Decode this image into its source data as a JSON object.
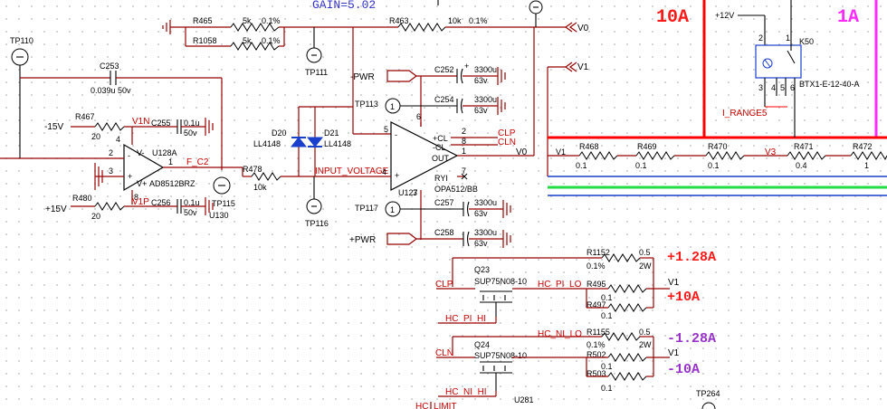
{
  "header": {
    "gain": "GAIN=5.02"
  },
  "current_ranges": {
    "r10a": "10A",
    "r1a": "1A"
  },
  "nets": {
    "v0": "V0",
    "v1": "V1",
    "v3": "V3",
    "pwr_neg": "-PWR",
    "pwr_pos": "+PWR",
    "clp": "CLP",
    "cln": "CLN",
    "f_c2": "F_C2",
    "input_voltage": "INPUT_VOLTAGE",
    "p12v": "+12V",
    "n15v": "-15V",
    "p15v": "+15V",
    "i_range5": "I_RANGE5",
    "v1n": "V1N",
    "v1p": "V1P",
    "hc_pi_lo": "HC_PI_LO",
    "hc_pi_hi": "HC_PI_HI",
    "hc_ni_lo": "HC_NI_LO",
    "hc_ni_hi": "HC_NI_HI",
    "hc_limit": "HC_LIMIT"
  },
  "labels": {
    "plus_128a": "+1.28A",
    "plus_10a": "+10A",
    "minus_128a": "-1.28A",
    "minus_10a": "-10A"
  },
  "resistors": {
    "r465": {
      "ref": "R465",
      "val": "5k",
      "tol": "0.1%"
    },
    "r1058": {
      "ref": "R1058",
      "val": "5k",
      "tol": "0.1%"
    },
    "r463": {
      "ref": "R463",
      "val": "10k",
      "tol": "0.1%"
    },
    "r467": {
      "ref": "R467",
      "val": "20"
    },
    "r480": {
      "ref": "R480",
      "val": "20"
    },
    "r478": {
      "ref": "R478",
      "val": "10k"
    },
    "r468": {
      "ref": "R468",
      "val": "0.1"
    },
    "r469": {
      "ref": "R469",
      "val": "0.1"
    },
    "r470": {
      "ref": "R470",
      "val": "0.1"
    },
    "r471": {
      "ref": "R471",
      "val": "0.4"
    },
    "r472": {
      "ref": "R472",
      "val": "1"
    },
    "r1152": {
      "ref": "R1152",
      "val": "0.5",
      "tol": "0.1%",
      "pwr": "2W"
    },
    "r495": {
      "ref": "R495",
      "val": "0.1"
    },
    "r497": {
      "ref": "R497",
      "val": "0.1"
    },
    "r1155": {
      "ref": "R1155",
      "val": "0.5",
      "tol": "0.1%",
      "pwr": "2W"
    },
    "r502": {
      "ref": "R502",
      "val": "0.1"
    },
    "r503": {
      "ref": "R503",
      "val": "0.1"
    }
  },
  "capacitors": {
    "c253": {
      "ref": "C253",
      "val": "0.039u 50v"
    },
    "c255": {
      "ref": "C255",
      "val": "0.1u",
      "volt": "50v"
    },
    "c256": {
      "ref": "C256",
      "val": "0.1u",
      "volt": "50v"
    },
    "c252": {
      "ref": "C252",
      "val": "3300u",
      "volt": "63v"
    },
    "c254": {
      "ref": "C254",
      "val": "3300u",
      "volt": "63v"
    },
    "c257": {
      "ref": "C257",
      "val": "3300u",
      "volt": "63v"
    },
    "c258": {
      "ref": "C258",
      "val": "3300u",
      "volt": "63v"
    }
  },
  "testpoints": [
    "TP110",
    "TP111",
    "TP113",
    "TP115",
    "TP116",
    "TP117",
    "TP264"
  ],
  "ics": {
    "u128a": {
      "ref": "U128A",
      "part": "AD8512BRZ",
      "unit": "U130"
    },
    "u127": {
      "ref": "U127",
      "part": "OPA512/BB"
    },
    "u281": {
      "ref": "U281"
    }
  },
  "diodes": {
    "d20": {
      "ref": "D20",
      "part": "LL4148"
    },
    "d21": {
      "ref": "D21",
      "part": "LL4148"
    }
  },
  "transistors": {
    "q23": {
      "ref": "Q23",
      "part": "SUP75N08-10"
    },
    "q24": {
      "ref": "Q24",
      "part": "SUP75N08-10"
    }
  },
  "relay": {
    "ref": "K50",
    "part": "BTX1-E-12-40-A"
  },
  "opamp_pins": {
    "cl_pos": "+CL",
    "cl_neg": "-CL",
    "out": "OUT",
    "ryi": "RYI"
  }
}
